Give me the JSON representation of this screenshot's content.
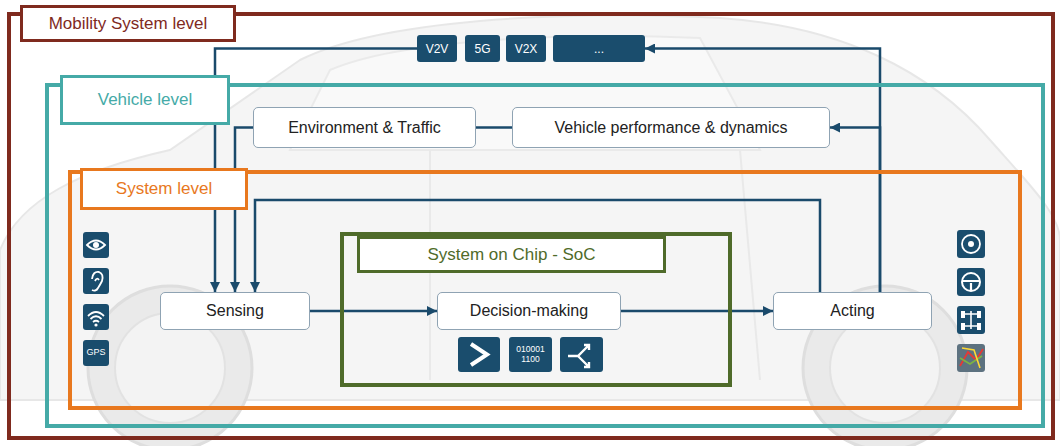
{
  "diagram": {
    "nodes": [
      {
        "text": [
          "Mobility System level"
        ]
      },
      {
        "text": [
          "V2V"
        ],
        "in": 0
      },
      {
        "text": [
          "5G"
        ],
        "in": 0
      },
      {
        "text": [
          "V2X"
        ],
        "in": 0
      },
      {
        "text": [
          "..."
        ],
        "in": 0
      },
      {
        "text": [
          "Vehicle level"
        ],
        "in": 0
      },
      {
        "text": [
          "Environment & Traffic"
        ],
        "in": 5
      },
      {
        "text": [
          "Vehicle performance & dynamics"
        ],
        "in": 5
      },
      {
        "text": [
          "System level"
        ],
        "in": 5
      },
      {
        "text": [
          "GPS"
        ],
        "in": 8
      },
      {
        "text": [
          "Sensing"
        ],
        "in": 8
      },
      {
        "text": [
          "System on Chip - SoC"
        ],
        "in": 8
      },
      {
        "text": [
          "Decision-making"
        ],
        "in": 11
      },
      {
        "text": [
          "010001 1100"
        ],
        "in": 11
      },
      {
        "text": [
          "Acting"
        ],
        "in": 8
      }
    ],
    "edges": [
      {
        "from": 1,
        "to": 10,
        "arrow": "to"
      },
      {
        "from": 6,
        "to": 10,
        "arrow": "to"
      },
      {
        "from": 6,
        "to": 7,
        "arrow": "none"
      },
      {
        "from": 10,
        "to": 12,
        "arrow": "to"
      },
      {
        "from": 12,
        "to": 14,
        "arrow": "to"
      },
      {
        "from": 14,
        "to": 10,
        "arrow": "to"
      },
      {
        "from": 14,
        "to": 7,
        "arrow": "to"
      },
      {
        "from": 14,
        "to": 4,
        "arrow": "to"
      }
    ]
  }
}
